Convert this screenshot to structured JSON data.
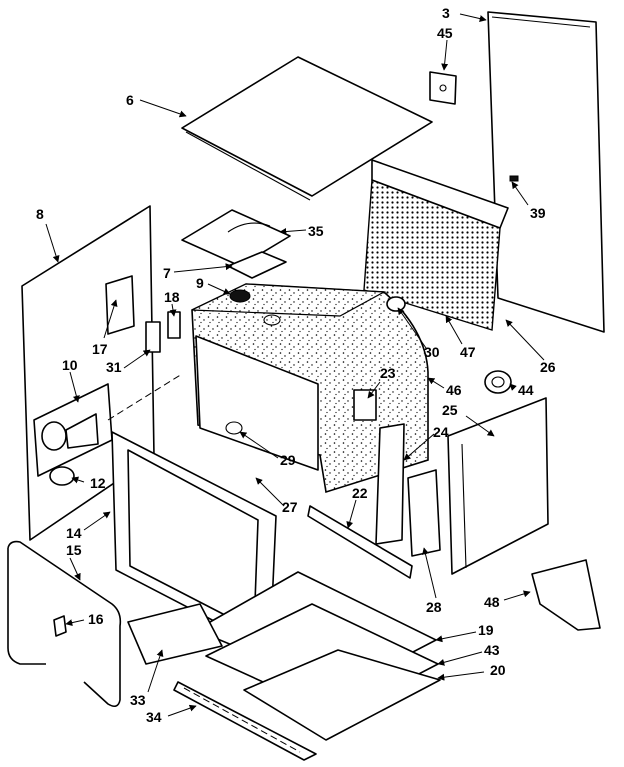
{
  "callouts": {
    "c3": "3",
    "c45": "45",
    "c6": "6",
    "c39": "39",
    "c8": "8",
    "c35": "35",
    "c7": "7",
    "c9": "9",
    "c18": "18",
    "c17": "17",
    "c31": "31",
    "c47": "47",
    "c30": "30",
    "c26": "26",
    "c10": "10",
    "c23": "23",
    "c46": "46",
    "c44": "44",
    "c25": "25",
    "c24": "24",
    "c29": "29",
    "c12": "12",
    "c22": "22",
    "c27": "27",
    "c14": "14",
    "c15": "15",
    "c16": "16",
    "c28": "28",
    "c48": "48",
    "c19": "19",
    "c43": "43",
    "c20": "20",
    "c33": "33",
    "c34": "34"
  },
  "style": {
    "line_color": "#000000",
    "background": "#ffffff",
    "stipple_color": "#000000"
  },
  "icons": {
    "leader-arrow": "filled triangular arrowhead"
  }
}
